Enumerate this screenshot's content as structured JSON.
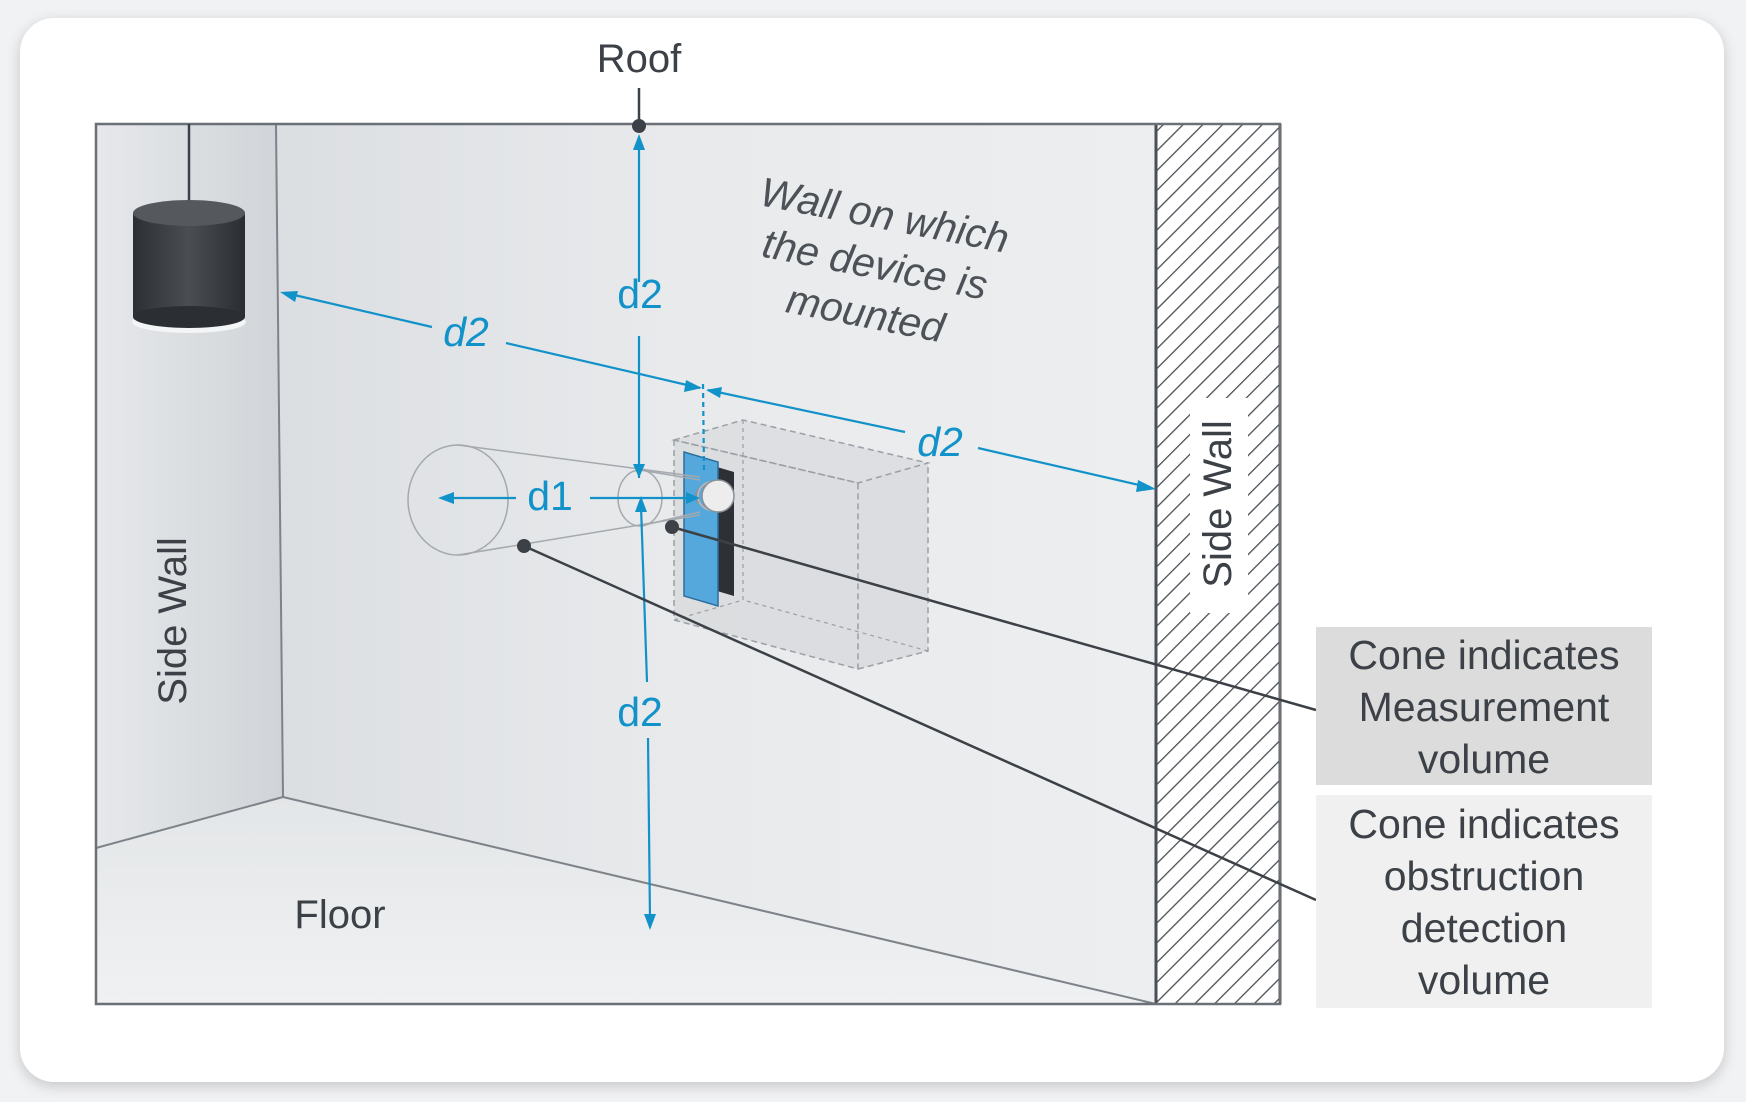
{
  "labels": {
    "roof": "Roof",
    "floor": "Floor",
    "side_wall_left": "Side Wall",
    "side_wall_right": "Side Wall",
    "mounted_wall": [
      "Wall on which",
      "the device is",
      "mounted"
    ]
  },
  "dimensions": {
    "d1": "d1",
    "d2_top": "d2",
    "d2_bottom": "d2",
    "d2_left": "d2",
    "d2_right": "d2"
  },
  "legend": {
    "measurement": [
      "Cone indicates",
      "Measurement",
      "volume"
    ],
    "obstruction": [
      "Cone indicates",
      "obstruction",
      "detection",
      "volume"
    ]
  },
  "colors": {
    "accent_blue": "#1192c9",
    "text_dark": "#3c4147",
    "legend_measurement_bg": "#dcdcdc",
    "legend_obstruction_bg": "#f0f0f0"
  }
}
